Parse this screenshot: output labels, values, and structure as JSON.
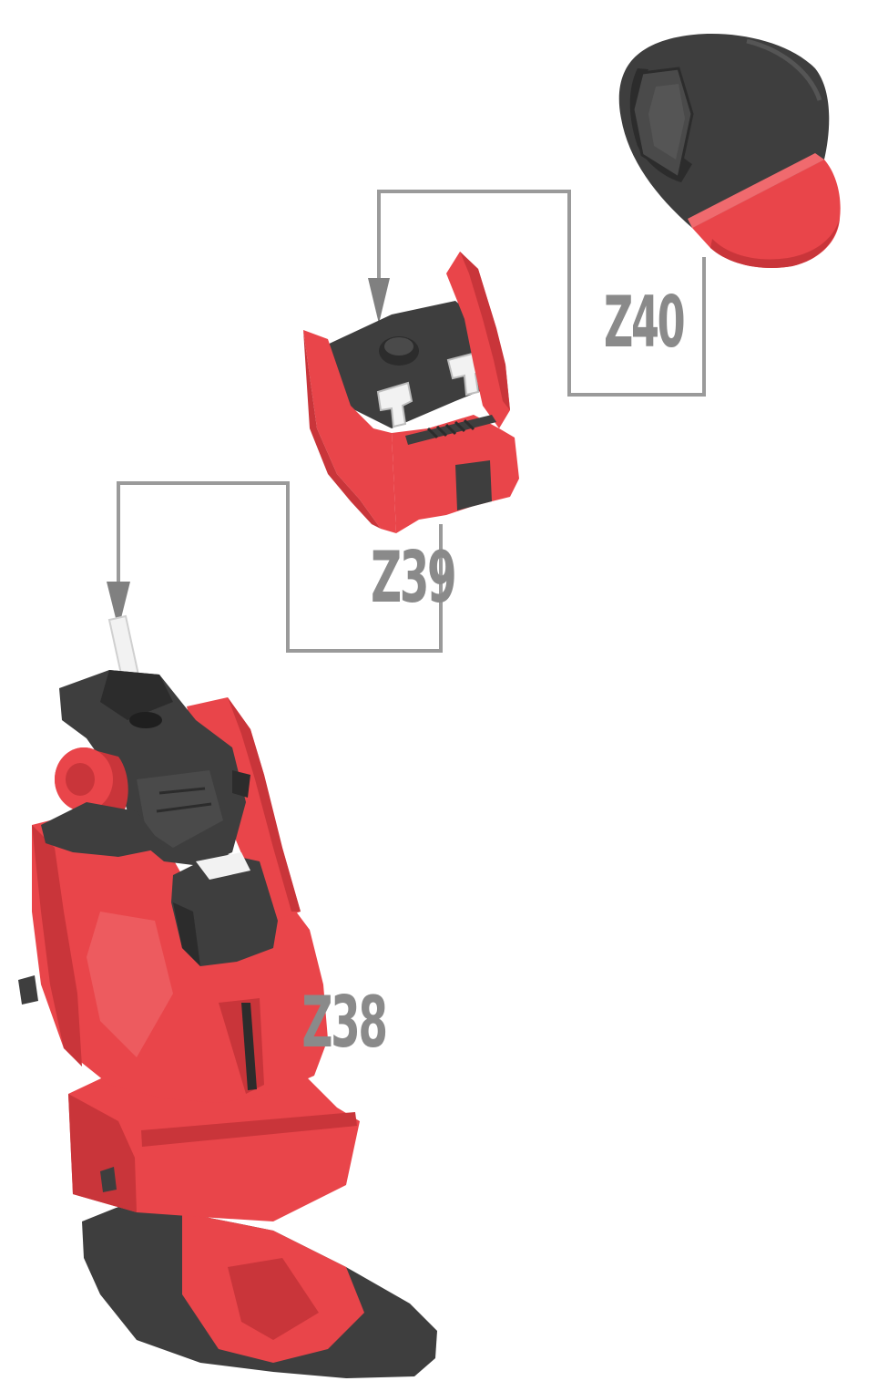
{
  "parts": [
    {
      "id": "z40",
      "label": "Z40"
    },
    {
      "id": "z39",
      "label": "Z39"
    },
    {
      "id": "z38",
      "label": "Z38"
    }
  ],
  "colors": {
    "red": "#e9454a",
    "red_dark": "#c9353a",
    "red_light": "#f06a6e",
    "dark": "#3e3e3e",
    "dark_shade": "#2c2c2c",
    "dark_light": "#555555",
    "white_part": "#f2f2f2",
    "leader_line": "#9a9a9a",
    "arrow": "#808080",
    "label": "#8a8a8a"
  },
  "icons": {
    "z40": "shoulder-cap-part",
    "z39": "chest-block-part",
    "z38": "leg-torso-assembly-part",
    "arrow": "assembly-arrow"
  }
}
